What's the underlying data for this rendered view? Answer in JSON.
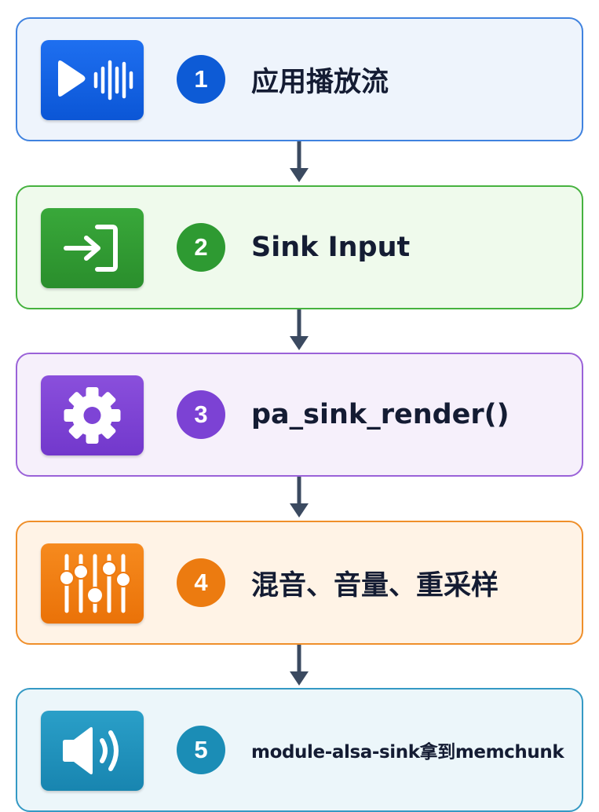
{
  "steps": [
    {
      "number": "1",
      "label": "应用播放流",
      "icon": "play-waveform-icon",
      "color": "#0d5bd6"
    },
    {
      "number": "2",
      "label": "Sink Input",
      "icon": "login-arrow-icon",
      "color": "#2e9a32"
    },
    {
      "number": "3",
      "label": "pa_sink_render()",
      "icon": "gear-icon",
      "color": "#7c42d4"
    },
    {
      "number": "4",
      "label": "混音、音量、重采样",
      "icon": "sliders-icon",
      "color": "#ec7b10"
    },
    {
      "number": "5",
      "label": "module-alsa-sink拿到memchunk",
      "icon": "speaker-icon",
      "color": "#1b8db6"
    }
  ],
  "connector_color": "#3b4a60"
}
